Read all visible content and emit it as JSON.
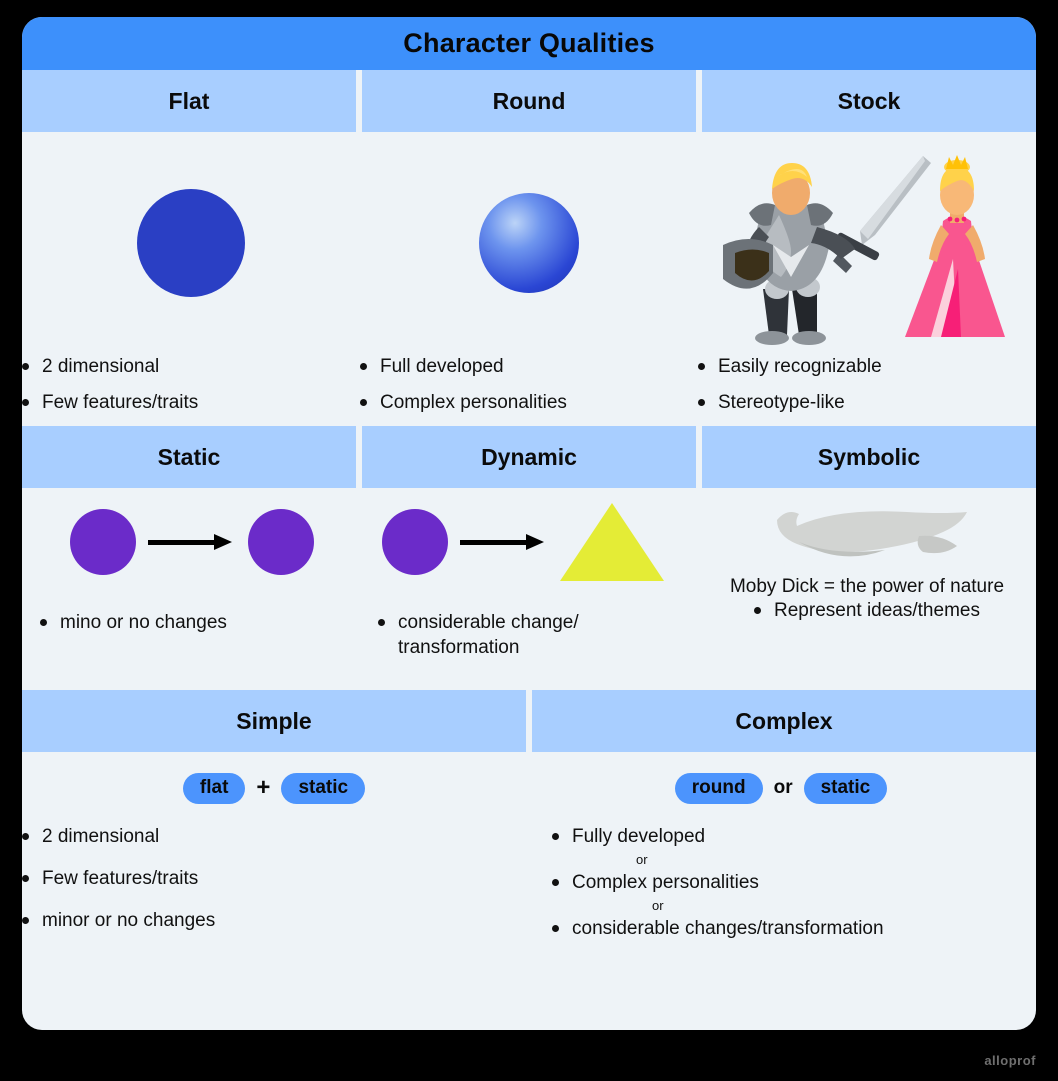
{
  "title": "Character Qualities",
  "theme": {
    "title_band": "#3d90fb",
    "header_band": "#a8ceff",
    "card_bg": "#eef3f7",
    "page_bg": "#000000",
    "chip_bg": "#4c94fd",
    "flat_circle": "#2a3fc4",
    "round_sphere": "#2a46d4",
    "purple_shape": "#6b2bc9",
    "triangle": "#e4ec36",
    "whale": "#d2d4d2",
    "dress_pink": "#f9568f"
  },
  "row1": {
    "headers": [
      "Flat",
      "Round",
      "Stock"
    ],
    "columns": [
      {
        "key": "flat",
        "figure": "flat-circle-icon",
        "bullets": [
          "2 dimensional",
          "Few features/traits"
        ]
      },
      {
        "key": "round",
        "figure": "round-sphere-icon",
        "bullets": [
          "Full developed",
          "Complex personalities"
        ]
      },
      {
        "key": "stock",
        "figure": "knight-princess-icon",
        "bullets": [
          "Easily recognizable",
          "Stereotype-like"
        ]
      }
    ]
  },
  "row2": {
    "headers": [
      "Static",
      "Dynamic",
      "Symbolic"
    ],
    "columns": [
      {
        "key": "static",
        "figure": "circle-arrow-circle-icon",
        "bullets": [
          "mino or no changes"
        ]
      },
      {
        "key": "dynamic",
        "figure": "circle-arrow-triangle-icon",
        "bullets": [
          "considerable change/",
          "transformation"
        ]
      },
      {
        "key": "symbolic",
        "figure": "whale-icon",
        "caption": "Moby Dick = the power of nature",
        "bullets": [
          "Represent ideas/themes"
        ]
      }
    ]
  },
  "row3": {
    "headers": [
      "Simple",
      "Complex"
    ],
    "simple": {
      "chips": [
        "flat",
        "static"
      ],
      "joiner": "+",
      "bullets": [
        "2 dimensional",
        "Few features/traits",
        "minor or no changes"
      ]
    },
    "complex": {
      "chips": [
        "round",
        "static"
      ],
      "joiner": "or",
      "bullets": [
        "Fully developed",
        "Complex personalities",
        "considerable changes/transformation"
      ],
      "separator": "or"
    }
  },
  "watermark": "alloprof"
}
